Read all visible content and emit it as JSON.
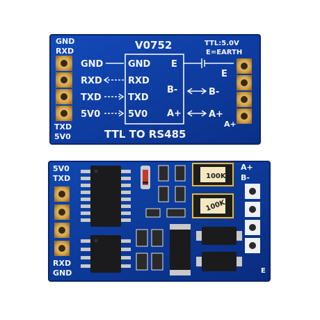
{
  "top_board": {
    "title": "V0752",
    "ttl_note": "TTL:5.0V",
    "earth_note": "E=EARTH",
    "left_edge": {
      "gnd": "GND",
      "rxd": "RXD",
      "txd": "TXD",
      "vcc": "5V0"
    },
    "pin_labels": {
      "gnd": "GND",
      "rxd": "RXD",
      "txd": "TXD",
      "vcc": "5V0"
    },
    "box_labels": {
      "gnd": "GND",
      "rxd": "RXD",
      "txd": "TXD",
      "vcc": "5V0"
    },
    "out_box_labels": {
      "e": "E",
      "bminus": "B-",
      "aplus": "A+"
    },
    "right_labels": {
      "e": "E",
      "bminus": "B-",
      "aplus": "A+"
    },
    "bottom_text": "TTL TO RS485"
  },
  "bottom_board": {
    "left_edge_top": {
      "vcc": "5V0",
      "txd": "TXD"
    },
    "left_edge_bottom": {
      "rxd": "RXD",
      "gnd": "GND"
    },
    "right_edge": {
      "aplus": "A+",
      "bminus": "B-"
    },
    "resistor_1": "100K",
    "resistor_2": "100K",
    "corner_mark": "E"
  },
  "colors": {
    "pcb": "#0d3b9c",
    "silkscreen": "#f4f6fa",
    "gold_pad": "#d4a64a"
  }
}
